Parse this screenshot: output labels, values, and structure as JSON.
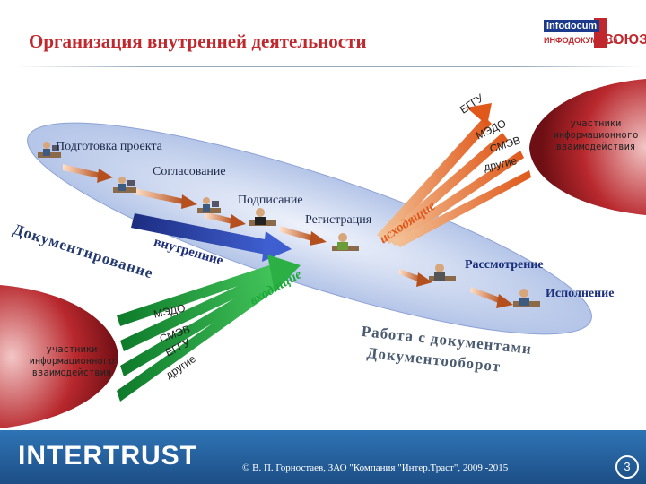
{
  "header": {
    "title": "Организация внутренней деятельности"
  },
  "logo": {
    "line1": "Infodocum",
    "line2": "ИНФОДОКУМ 2015",
    "line3": "СОЮЗ"
  },
  "diagram": {
    "stages": [
      "Подготовка проекта",
      "Согласование",
      "Подписание",
      "Регистрация",
      "Рассмотрение",
      "Исполнение"
    ],
    "flows": {
      "documenting": "Документирование",
      "internal": "внутренние",
      "outgoing": "исходящие",
      "incoming": "входящие"
    },
    "outgoing_channels": [
      "ЕГГУ",
      "МЭДО",
      "СМЭВ",
      "другие"
    ],
    "incoming_channels": [
      "МЭДО",
      "СМЭВ",
      "ЕГГУ",
      "другие"
    ],
    "participants_right": "участники информационного взаимодействия",
    "participants_left": "участники информационного взаимодействия",
    "workflow_line1": "Работа с документами",
    "workflow_line2": "Документооборот",
    "colors": {
      "ellipse": "#b7c7e8",
      "title": "#c0282d",
      "outgoing_arrow": "#e85a1a",
      "incoming_arrow": "#1fa83a",
      "internal_arrow": "#2a3f99"
    }
  },
  "footer": {
    "brand": "INTERTRUST",
    "copyright": "© В. П. Горностаев, ЗАО \"Компания \"Интер.Траст\", 2009 -2015",
    "page": "3"
  }
}
